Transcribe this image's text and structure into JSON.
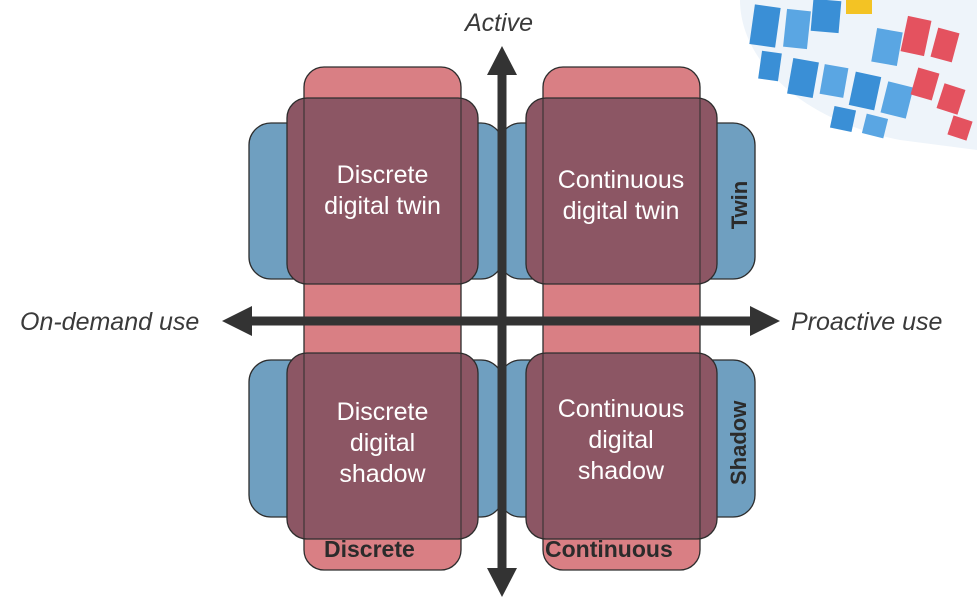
{
  "axes": {
    "top": "Active",
    "left": "On-demand use",
    "right": "Proactive use"
  },
  "quadrants": {
    "top_left": "Discrete\ndigital twin",
    "top_right": "Continuous\ndigital twin",
    "bottom_left": "Discrete\ndigital\nshadow",
    "bottom_right": "Continuous\ndigital\nshadow"
  },
  "columns": {
    "discrete": "Discrete",
    "continuous": "Continuous"
  },
  "rows": {
    "twin": "Twin",
    "shadow": "Shadow"
  },
  "colors": {
    "blue": "#6f9fc0",
    "red": "#d97f84",
    "overlap": "#8c5664",
    "axis": "#333333",
    "logo_blue": "#3a8fd6",
    "logo_red": "#e4525f",
    "logo_yellow": "#f3c324"
  }
}
